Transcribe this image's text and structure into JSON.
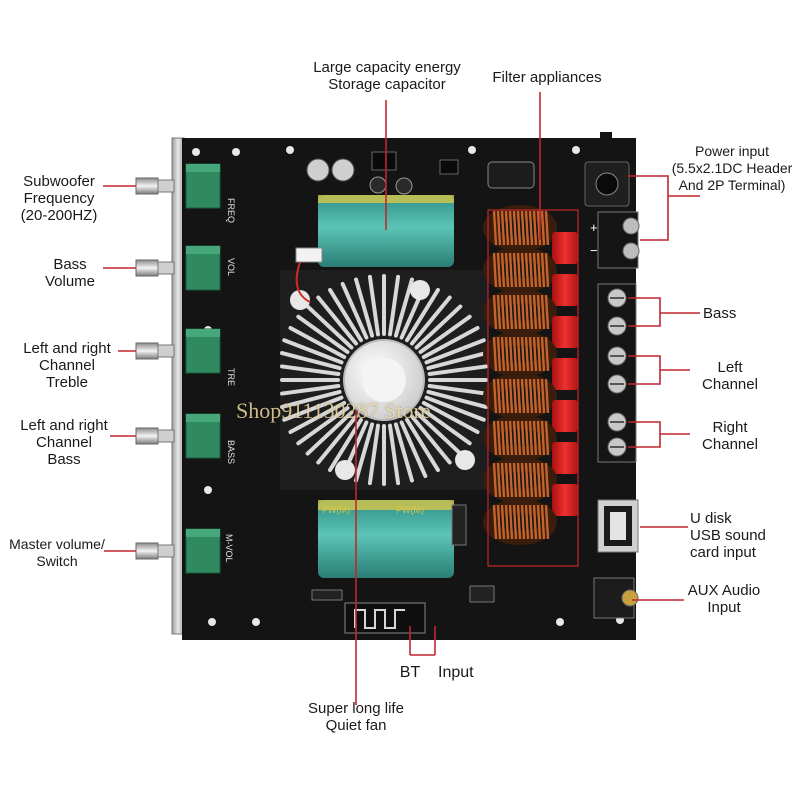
{
  "callouts": {
    "capacitor": [
      "Large capacity energy",
      "Storage capacitor"
    ],
    "filter": [
      "Filter appliances"
    ],
    "power": [
      "Power input",
      "(5.5x2.1DC Header",
      "And 2P Terminal)"
    ],
    "subwoofer": [
      "Subwoofer",
      "Frequency",
      "(20-200HZ)"
    ],
    "bass_volume": [
      "Bass",
      "Volume"
    ],
    "treble": [
      "Left and right",
      "Channel",
      "Treble"
    ],
    "lr_bass": [
      "Left and right",
      "Channel",
      "Bass"
    ],
    "master": [
      "Master volume/",
      "Switch"
    ],
    "bass_out": [
      "Bass"
    ],
    "left_out": [
      "Left",
      "Channel"
    ],
    "right_out": [
      "Right",
      "Channel"
    ],
    "udisk": [
      "U disk",
      "USB sound",
      "card input"
    ],
    "aux": [
      "AUX Audio",
      "Input"
    ],
    "bt": [
      "BT"
    ],
    "input": [
      "Input"
    ],
    "fan": [
      "Super long life",
      "Quiet fan"
    ]
  },
  "pcb_silkscreen": {
    "freq": "FREQ",
    "vol": "VOL",
    "tre": "TRE",
    "bass": "BASS",
    "mvol": "M-VOL",
    "cap_top": "PW(M)",
    "cap_bottom": "PW(M)"
  },
  "watermark": "Shop911130287 Store",
  "colors": {
    "board": "#121212",
    "capacitor": "#3fa59a",
    "coil": "#c4642c",
    "film_cap": "#d62020",
    "pot_body": "#2f8a60",
    "callout_line": "#c0272d",
    "heatsink": "#d8d8d8"
  }
}
